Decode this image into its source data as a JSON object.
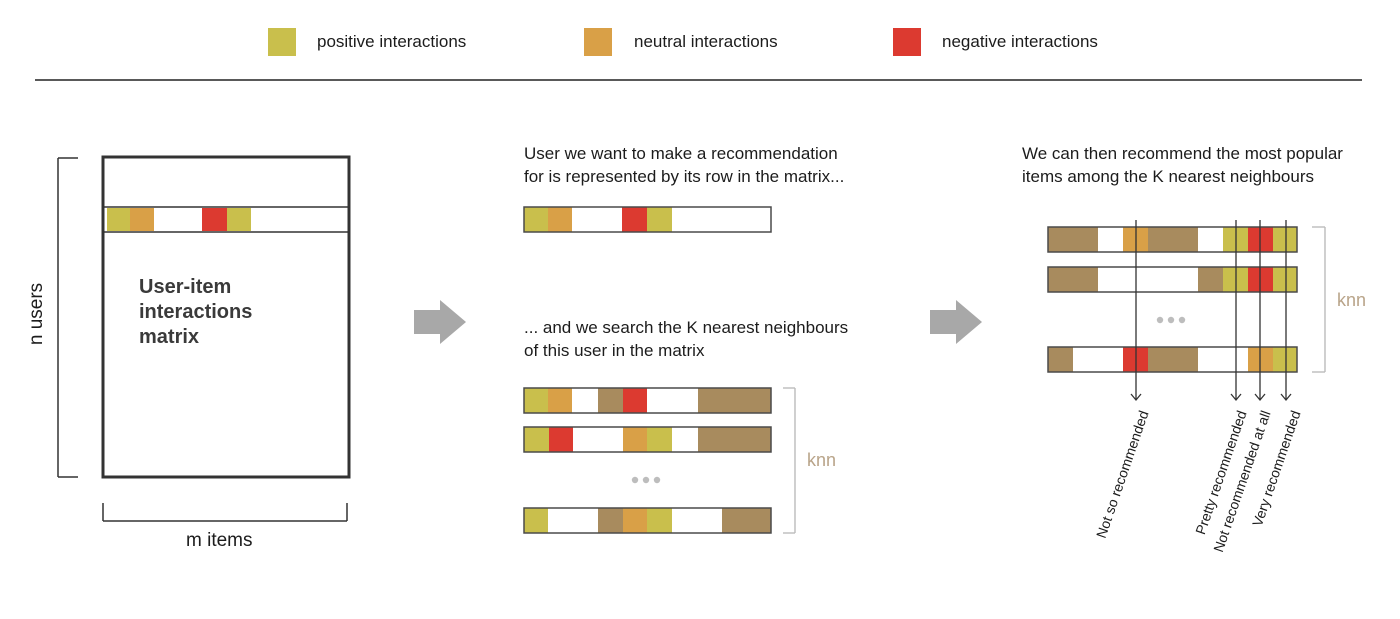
{
  "colors": {
    "positive": "#c9bf4c",
    "neutral": "#d9a047",
    "negative": "#dc3a30",
    "item": "#a88b5e",
    "knn": "#b9a489",
    "arrow": "#a8a8a8"
  },
  "legend": [
    {
      "type": "positive",
      "label": "positive interactions"
    },
    {
      "type": "neutral",
      "label": "neutral interactions"
    },
    {
      "type": "negative",
      "label": "negative interactions"
    }
  ],
  "matrix": {
    "title_lines": [
      "User-item",
      "interactions",
      "matrix"
    ],
    "rows_label": "n users",
    "cols_label": "m items"
  },
  "step1": {
    "text_lines": [
      "User we want to make a recommendation",
      "for is represented by its row in the matrix..."
    ]
  },
  "step2": {
    "text_lines": [
      "... and we search the K nearest neighbours",
      "of this user in the matrix"
    ],
    "knn_label": "knn",
    "ellipsis": "•••"
  },
  "step3": {
    "text_lines": [
      "We can then recommend the most popular",
      "items among the K nearest neighbours"
    ],
    "knn_label": "knn",
    "ellipsis": "•••",
    "outcomes": [
      "Not so recommended",
      "Pretty recommended",
      "Not recommended at all",
      "Very recommended"
    ]
  }
}
